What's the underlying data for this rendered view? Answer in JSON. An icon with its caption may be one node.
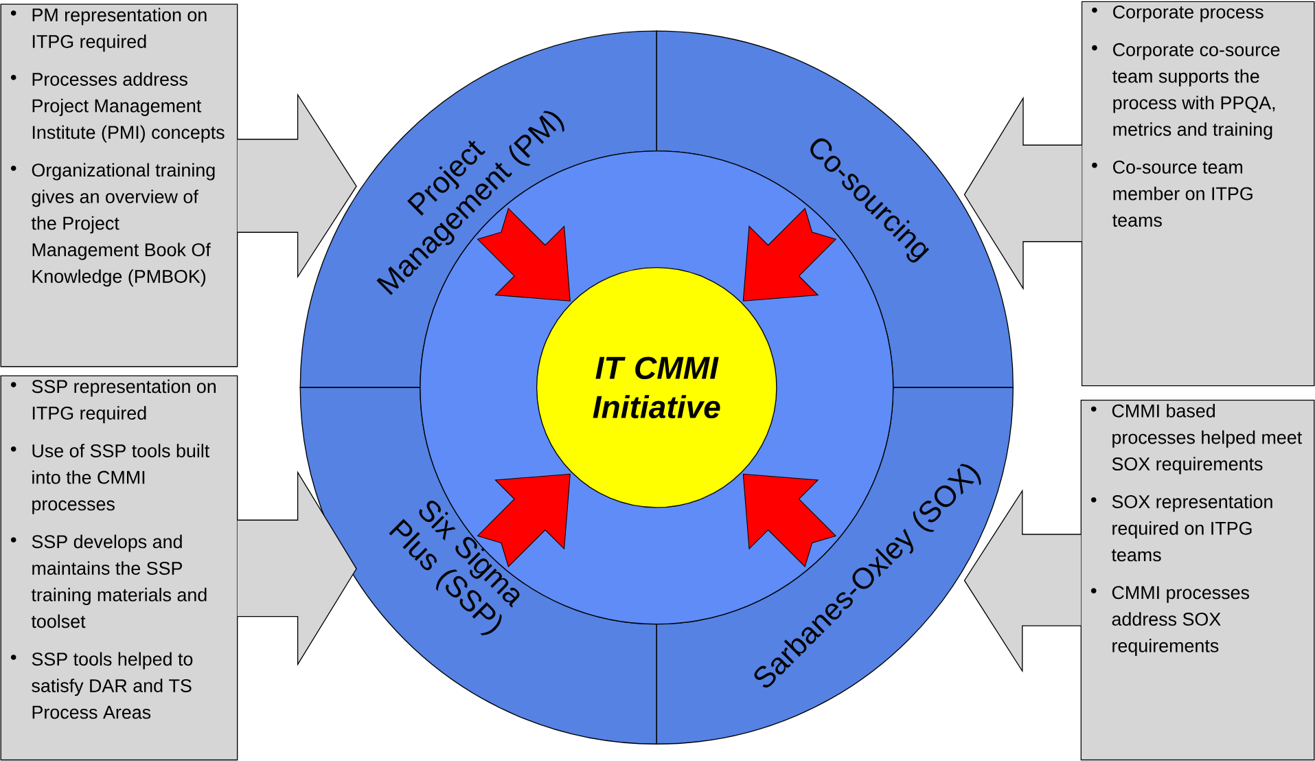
{
  "diagram": {
    "nodes": [
      {
        "text": [
          "PM representation on ITPG required",
          "Processes address Project Management Institute (PMI) concepts",
          "Organizational training gives an overview of the Project Management Book Of Knowledge (PMBOK)"
        ]
      },
      {
        "text": [
          "Corporate process",
          "Corporate co-source team supports the process with PPQA, metrics and training",
          "Co-source team member on ITPG teams"
        ]
      },
      {
        "text": [
          "SSP representation on ITPG required",
          "Use of SSP tools built into the CMMI processes",
          "SSP develops and maintains the SSP training materials and toolset",
          "SSP tools helped to satisfy DAR and TS Process Areas"
        ]
      },
      {
        "text": [
          "CMMI based processes helped meet SOX requirements",
          "SOX representation required on ITPG teams",
          "CMMI processes address SOX requirements"
        ]
      },
      {
        "text": [
          "Project Management (PM)"
        ]
      },
      {
        "text": [
          "Co-sourcing"
        ]
      },
      {
        "text": [
          "Six Sigma Plus (SSP)"
        ]
      },
      {
        "text": [
          "Sarbanes-Oxley (SOX)"
        ]
      },
      {
        "text": [
          "IT CMMI Initiative"
        ]
      }
    ],
    "edges": [
      {
        "from": 0,
        "to": 4,
        "arrow": "to"
      },
      {
        "from": 1,
        "to": 5,
        "arrow": "to"
      },
      {
        "from": 2,
        "to": 6,
        "arrow": "to"
      },
      {
        "from": 3,
        "to": 7,
        "arrow": "to"
      },
      {
        "from": 4,
        "to": 8,
        "arrow": "to",
        "color": "#ff0000"
      },
      {
        "from": 5,
        "to": 8,
        "arrow": "to",
        "color": "#ff0000"
      },
      {
        "from": 6,
        "to": 8,
        "arrow": "to",
        "color": "#ff0000"
      },
      {
        "from": 7,
        "to": 8,
        "arrow": "to",
        "color": "#ff0000"
      }
    ]
  }
}
